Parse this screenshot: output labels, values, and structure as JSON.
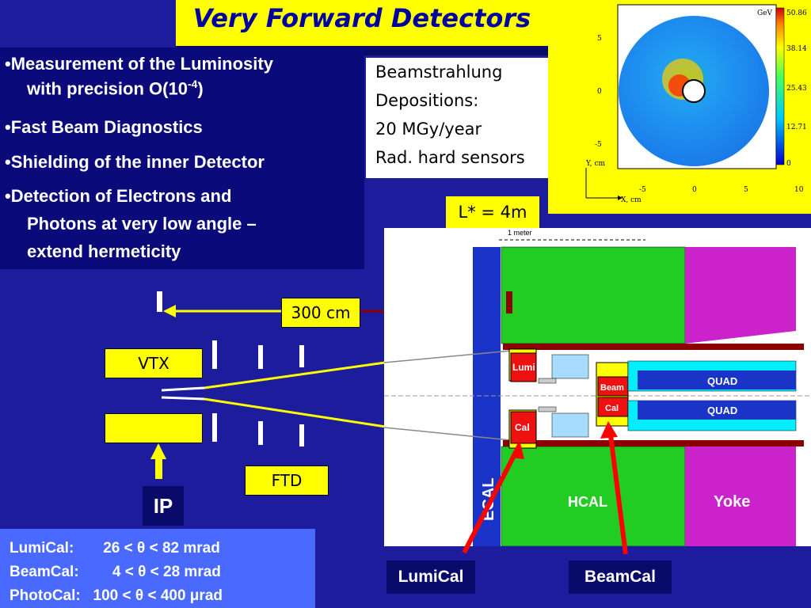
{
  "title": "Very Forward Detectors",
  "bullets": [
    {
      "text": "Measurement of the Luminosity",
      "cont": "with precision O(10",
      "sup": "-4",
      "tail": ")"
    },
    {
      "text": "Fast Beam Diagnostics"
    },
    {
      "text": "Shielding of the inner Detector"
    },
    {
      "text": "Detection of Electrons and",
      "cont": "Photons at very low angle –",
      "cont2": "extend hermeticity"
    }
  ],
  "bullet_mark": "•",
  "depositions": [
    "Beamstrahlung",
    "Depositions:",
    "20 MGy/year",
    "Rad. hard sensors"
  ],
  "plot": {
    "unit": "GeV",
    "colorbar_ticks": [
      "50.86",
      "38.14",
      "25.43",
      "12.71",
      "0"
    ],
    "y_ticks": [
      "5",
      "0",
      "-5"
    ],
    "x_ticks": [
      "-5",
      "0",
      "5",
      "10"
    ],
    "y_axis_label": "Y, cm",
    "x_axis_label": "X, cm"
  },
  "lstar": "L* = 4m",
  "scale_label": "1 meter",
  "distance_label": "300 cm",
  "vtx_label": "VTX",
  "ftd_label": "FTD",
  "ip_label": "IP",
  "detector_labels": {
    "lumi": "Lumi",
    "cal": "Cal",
    "beam": "Beam",
    "beamcal_cal": "Cal",
    "quad1": "QUAD",
    "quad2": "QUAD",
    "ecal": "ECAL",
    "hcal": "HCAL",
    "yoke": "Yoke"
  },
  "bottom_labels": {
    "lumical": "LumiCal",
    "beamcal": "BeamCal"
  },
  "ranges": [
    "LumiCal:       26 < θ < 82 mrad",
    "BeamCal:        4 < θ < 28 mrad",
    "PhotoCal:   100 < θ < 400 μrad"
  ],
  "colors": {
    "background": "#1c1c9c",
    "highlight": "#ffff00",
    "arrow": "#ff0000"
  }
}
